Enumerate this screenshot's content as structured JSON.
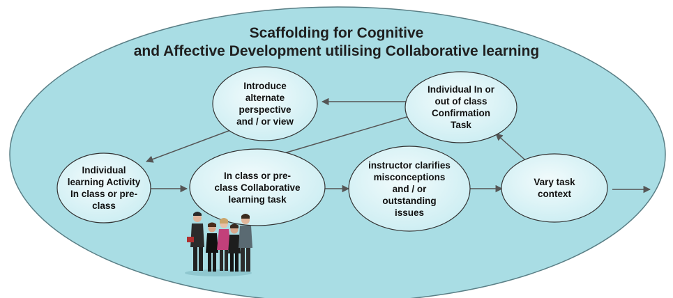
{
  "diagram": {
    "title_line1": "Scaffolding for Cognitive",
    "title_line2": "and Affective Development utilising Collaborative learning",
    "nodes": {
      "individual_learning": "Individual\nlearning Activity\nIn class or pre-\nclass",
      "collaborative_task": "In class or pre-\nclass Collaborative\nlearning task",
      "instructor_clarifies": "instructor clarifies\nmisconceptions\nand / or\noutstanding\nissues",
      "vary_task": "Vary task\ncontext",
      "confirmation_task": "Individual In or\nout of class\nConfirmation\nTask",
      "alternate_perspective": "Introduce\nalternate\nperspective\nand / or view"
    },
    "colors": {
      "background_ellipse": "#a9dde4",
      "node_fill": "#dff4f7",
      "outline": "#333333",
      "arrow": "#555555"
    },
    "decorative": {
      "people_group": "group-of-people-illustration"
    }
  }
}
